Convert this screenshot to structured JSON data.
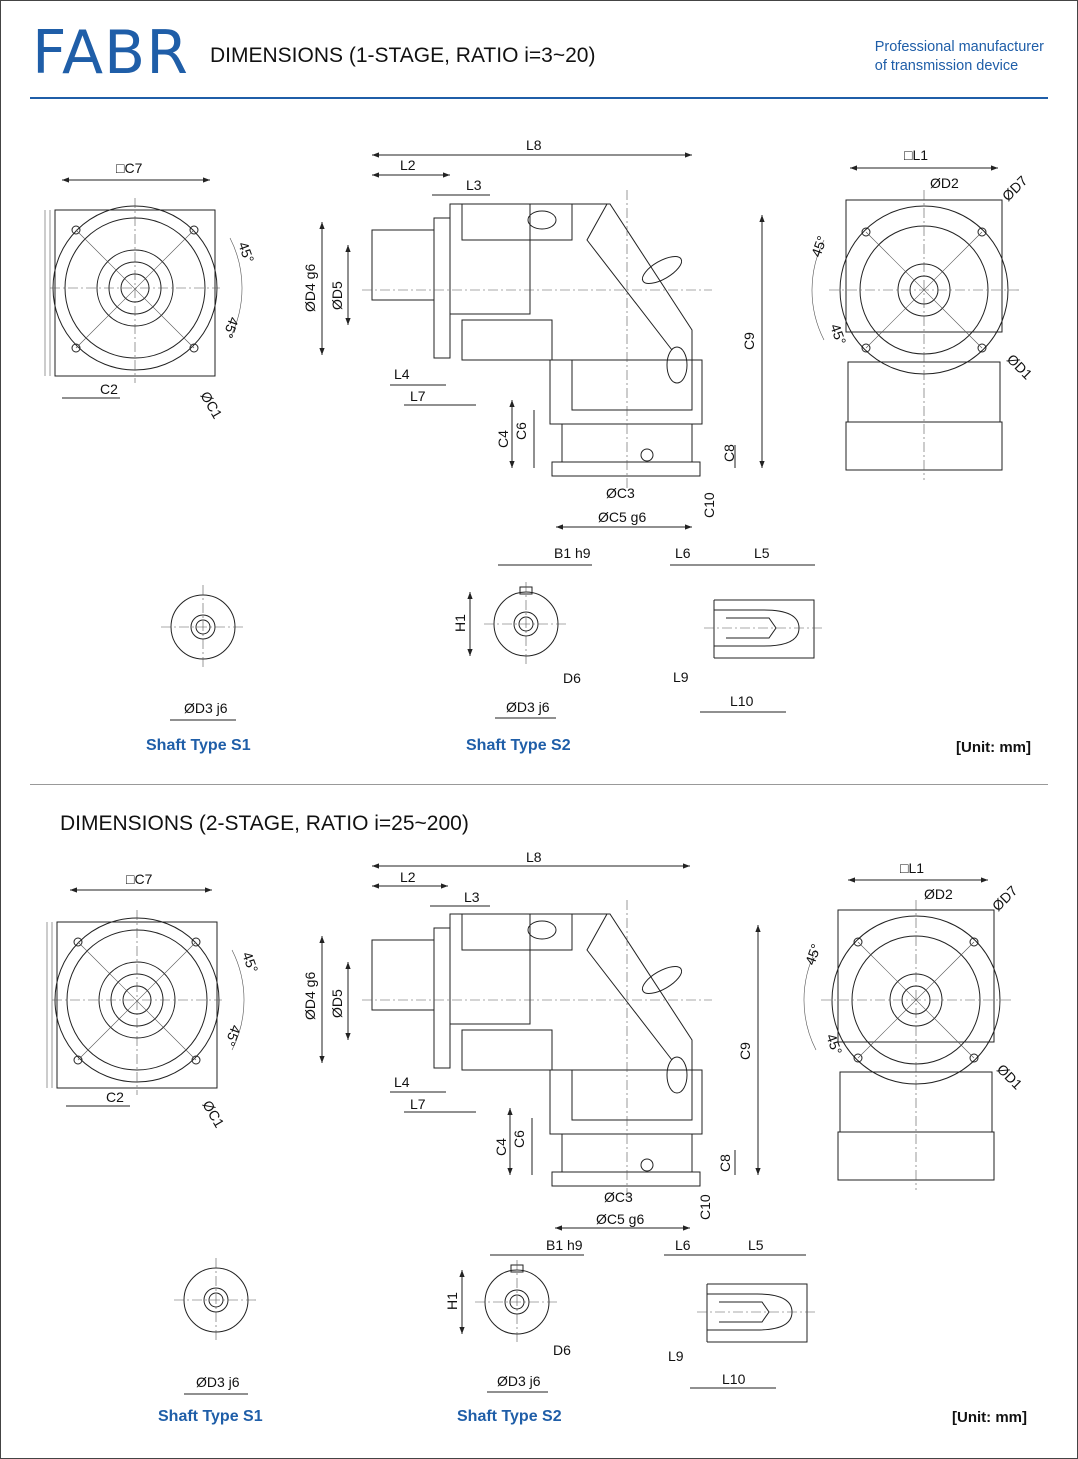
{
  "header": {
    "brand": "FABR",
    "title_stage1": "DIMENSIONS (1-STAGE, RATIO i=3~20)",
    "tagline_line1": "Professional manufacturer",
    "tagline_line2": "of transmission device"
  },
  "section2": {
    "title": "DIMENSIONS (2-STAGE, RATIO i=25~200)"
  },
  "labels": {
    "sq_c7": "□C7",
    "sq_l1": "□L1",
    "c2": "C2",
    "oc1": "ØC1",
    "deg45": "45°",
    "l8": "L8",
    "l2": "L2",
    "l3": "L3",
    "l4": "L4",
    "l7": "L7",
    "od4": "ØD4 g6",
    "od5": "ØD5",
    "c9": "C9",
    "c4": "C4",
    "c6": "C6",
    "c8": "C8",
    "oc3": "ØC3",
    "oc5": "ØC5 g6",
    "c10": "C10",
    "od2": "ØD2",
    "od7": "ØD7",
    "od1": "ØD1",
    "b1": "B1 h9",
    "h1": "H1",
    "d6": "D6",
    "od3": "ØD3 j6",
    "l6": "L6",
    "l5": "L5",
    "l9": "L9",
    "l10": "L10"
  },
  "captions": {
    "shaft_s1": "Shaft Type  S1",
    "shaft_s2": "Shaft Type  S2",
    "unit": "[Unit:  mm]"
  },
  "colors": {
    "accent": "#1f5ea8",
    "line": "#222222"
  }
}
